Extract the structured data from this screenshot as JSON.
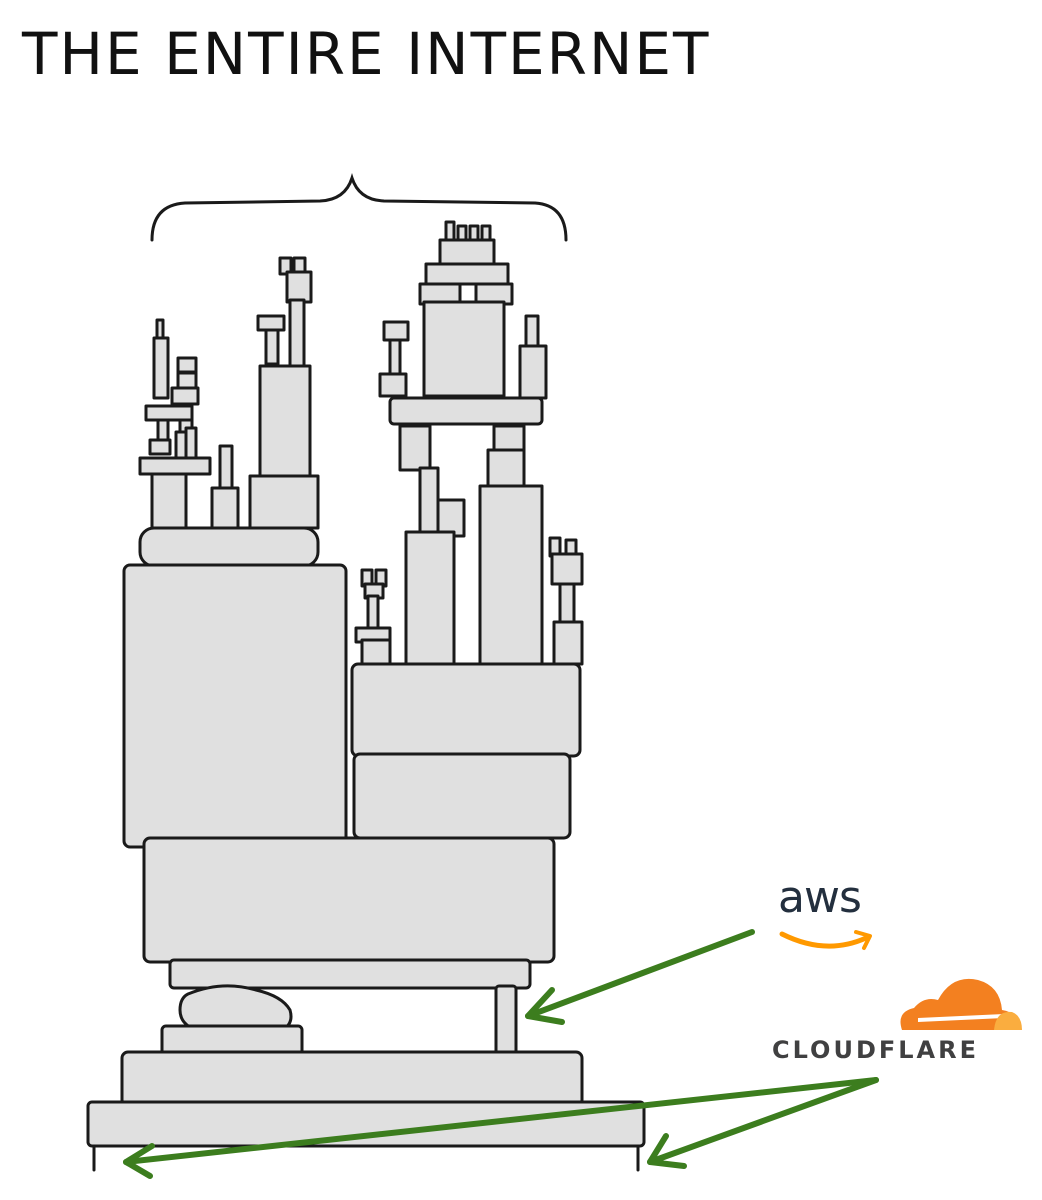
{
  "title": "THE ENTIRE INTERNET",
  "labels": {
    "aws": "aws",
    "cloudflare": "CLOUDFLARE"
  },
  "colors": {
    "block_fill": "#e0e0e0",
    "outline": "#1a1a1a",
    "arrow": "#3c7d1e",
    "aws_orange": "#ff9900",
    "cloudflare_orange": "#f38020",
    "cloudflare_light": "#faad3f"
  },
  "icons": [
    "aws-logo-smile-icon",
    "cloudflare-cloud-icon"
  ]
}
